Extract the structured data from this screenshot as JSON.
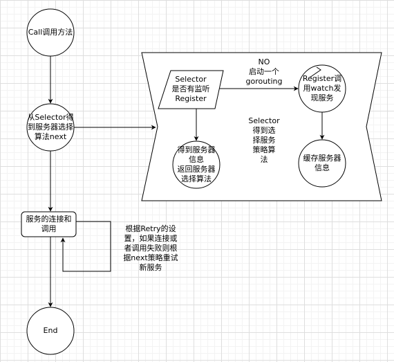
{
  "nodes": {
    "call": "Call调用方法",
    "selector_next": "从Selector得\n到服务器选择\n算法next",
    "connect_call": "服务的连接和\n调用",
    "end": "End",
    "selector_watch": "Selector\n是否有监听\nRegister",
    "get_algorithm": "得到服务器\n信息\n返回服务器\n选择算法",
    "register_watch": "Register调\n用watch发\n现服务",
    "cache_info": "缓存服务器\n信息"
  },
  "labels": {
    "no_branch": "NO\n启动一个\ngorouting",
    "selector_panel": "Selector\n得到选\n择服务\n策略算\n法",
    "retry_note": "根据Retry的设\n置，如果连接或\n者调用失败则根\n据next策略重试\n新服务"
  }
}
